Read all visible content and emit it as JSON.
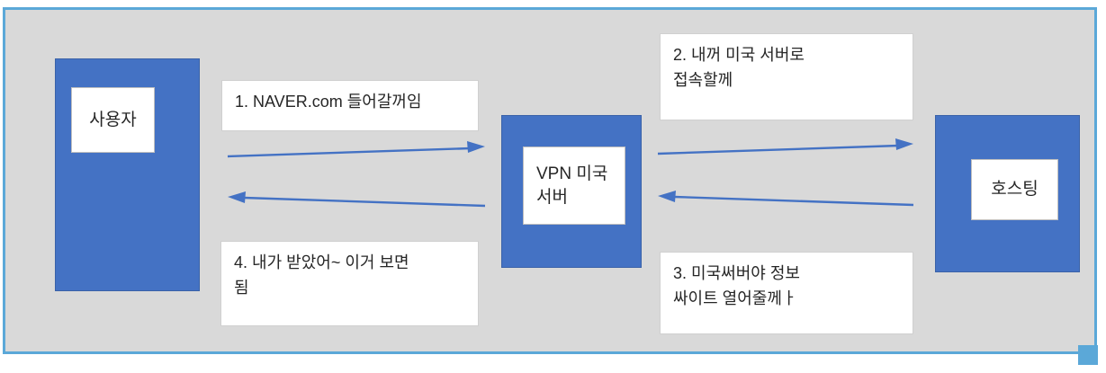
{
  "canvas": {
    "background_color": "#D9D9D9",
    "frame_color": "#5BA8D8",
    "node_color": "#4472C4",
    "arrow_color": "#4472C4"
  },
  "nodes": [
    {
      "id": "user",
      "label": "사용자"
    },
    {
      "id": "vpn",
      "label": "VPN 미국\n서버"
    },
    {
      "id": "hosting",
      "label": "호스팅"
    }
  ],
  "callouts": [
    {
      "id": "step-1",
      "text": "1. NAVER.com 들어갈꺼임"
    },
    {
      "id": "step-2",
      "text": "2. 내꺼 미국 서버로\n접속할께"
    },
    {
      "id": "step-3",
      "text": "3. 미국써버야 정보\n싸이트 열어줄께ㅏ"
    },
    {
      "id": "step-4",
      "text": "4. 내가 받았어~ 이거 보면\n됨"
    }
  ],
  "arrows": [
    {
      "id": "arrow-user-to-vpn",
      "direction": "right"
    },
    {
      "id": "arrow-vpn-to-user",
      "direction": "left"
    },
    {
      "id": "arrow-vpn-to-hosting",
      "direction": "right"
    },
    {
      "id": "arrow-hosting-to-vpn",
      "direction": "left"
    }
  ]
}
